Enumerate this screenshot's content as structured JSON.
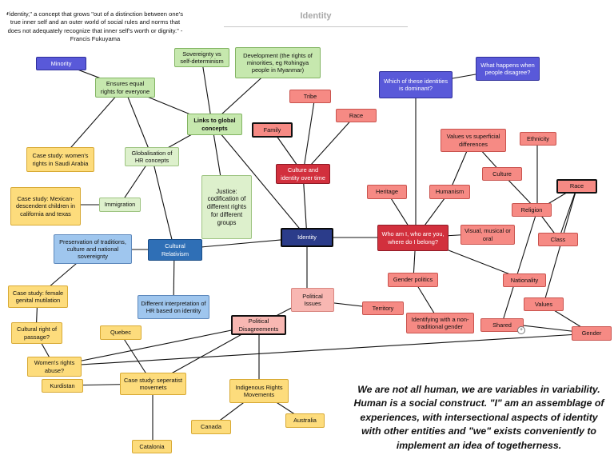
{
  "title": "Identity",
  "quote": {
    "bullet": "•",
    "text": "\"identity,\" a concept that grows \"out of a distinction between one's true inner self and an outer world of social rules and norms that does not adequately recognize that inner self's worth or dignity.\" -Francis Fukuyama"
  },
  "statement": "We are not all human, we are variables in variability. Human is a social construct. \"I\" am an assemblage of experiences, with intersectional aspects of identity with other entities and \"we\" exists conveniently to implement an idea of togetherness.",
  "nodes": {
    "minority": "Minority",
    "ensures_equal_rights": "Ensures equal rights for everyone",
    "sovereignty_self_determinism": "Sovereignty vs self-determinism",
    "development_minorities": "Development (the rights of minorities, eg Rohingya people in Myanmar)",
    "links_global_concepts": "Links to global concepts",
    "globalisation_hr_concepts": "Globalisation of HR concepts",
    "case_women_saudi": "Case study: women's rights in Saudi Arabia",
    "case_mexican_children": "Case study: Mexican-descendent children in california and texas",
    "immigration": "Immigration",
    "justice_codification": "Justice: codification of different rights for different groups",
    "preservation_traditions": "Preservation of traditions, culture and national sovereignty",
    "cultural_relativism": "Cultural Relativism",
    "different_interpretation": "Different interpretation of HR based on identity",
    "case_female_mutilation": "Case study: female genital mutilation",
    "cultural_right_passage": "Cultural right of passage?",
    "quebec": "Quebec",
    "womens_rights_abuse": "Women's rights abuse?",
    "kurdistan": "Kurdistan",
    "case_separatist": "Case study: seperatist movemets",
    "catalonia": "Catalonia",
    "identity": "Identity",
    "tribe": "Tribe",
    "race_top": "Race",
    "family": "Family",
    "culture_identity_time": "Culture and identity over time",
    "political_issues": "Political Issues",
    "territory": "Territory",
    "political_disagreements": "Political Disagreements",
    "indigenous_rights": "Indigenous Rights Movements",
    "canada": "Canada",
    "australia": "Australia",
    "which_identities_dominant": "Which of these identities is dominant?",
    "what_happens_disagree": "What happens when people disagree?",
    "values_vs_superficial": "Values vs superficial differences",
    "ethnicity": "Ethnicity",
    "culture_right": "Culture",
    "race_right": "Race",
    "religion": "Religion",
    "heritage": "Heritage",
    "humanism": "Humanism",
    "who_am_i": "Who am I, who are you, where do I belong?",
    "visual_musical_oral": "Visual, musical or oral",
    "class": "Class",
    "gender_politics": "Gender politics",
    "nationality": "Nationality",
    "values_bottom": "Values",
    "identifying_non_traditional": "Identifying with a non-traditional gender",
    "shared": "Shared",
    "gender": "Gender"
  },
  "colors": {
    "idea_yellow": "#fddc7c",
    "concept_green": "#c6e8ae",
    "relativism_blue": "#2f6fb6",
    "identity_navy": "#2b3c8a",
    "question_purple": "#5959d9",
    "aspect_salmon": "#f68a84",
    "hub_crimson": "#d2303d",
    "political_pink": "#f8b7b2"
  }
}
